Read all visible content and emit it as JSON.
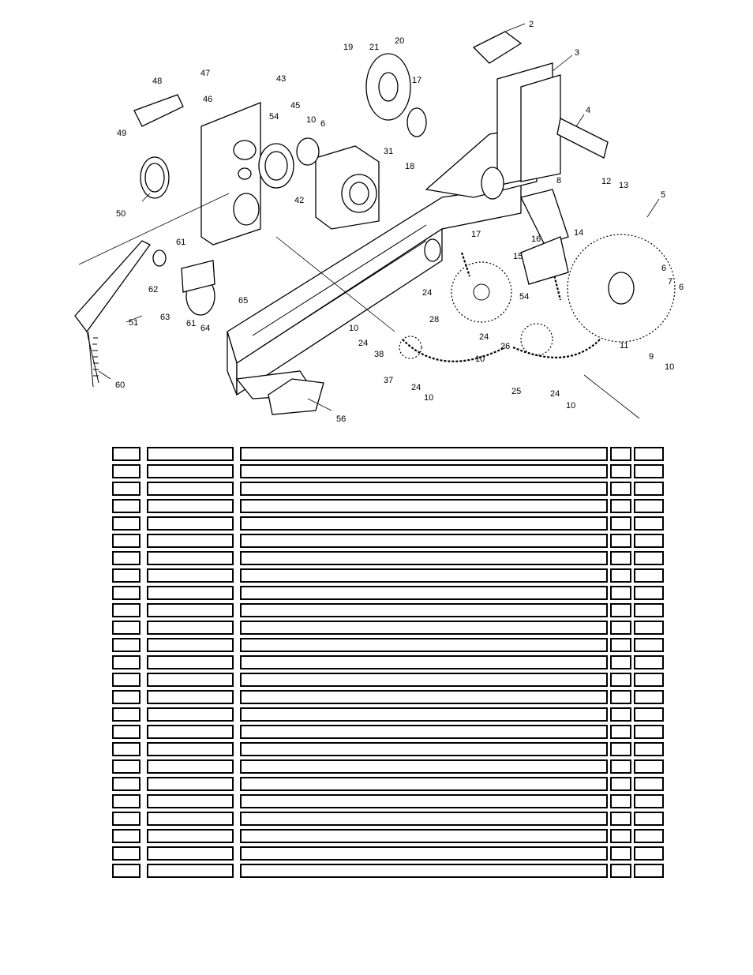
{
  "diagram": {
    "callouts": [
      "2",
      "3",
      "4",
      "5",
      "6",
      "6",
      "6",
      "7",
      "8",
      "9",
      "10",
      "10",
      "10",
      "10",
      "10",
      "10",
      "11",
      "12",
      "13",
      "14",
      "15",
      "16",
      "17",
      "17",
      "18",
      "19",
      "20",
      "21",
      "24",
      "24",
      "24",
      "24",
      "24",
      "25",
      "26",
      "28",
      "31",
      "37",
      "38",
      "42",
      "43",
      "45",
      "46",
      "47",
      "48",
      "49",
      "50",
      "51",
      "54",
      "54",
      "56",
      "60",
      "61",
      "61",
      "62",
      "63",
      "64",
      "65"
    ]
  },
  "parts_table": {
    "rows": [
      [
        "",
        "",
        "",
        "",
        ""
      ],
      [
        "",
        "",
        "",
        "",
        ""
      ],
      [
        "",
        "",
        "",
        "",
        ""
      ],
      [
        "",
        "",
        "",
        "",
        ""
      ],
      [
        "",
        "",
        "",
        "",
        ""
      ],
      [
        "",
        "",
        "",
        "",
        ""
      ],
      [
        "",
        "",
        "",
        "",
        ""
      ],
      [
        "",
        "",
        "",
        "",
        ""
      ],
      [
        "",
        "",
        "",
        "",
        ""
      ],
      [
        "",
        "",
        "",
        "",
        ""
      ],
      [
        "",
        "",
        "",
        "",
        ""
      ],
      [
        "",
        "",
        "",
        "",
        ""
      ],
      [
        "",
        "",
        "",
        "",
        ""
      ],
      [
        "",
        "",
        "",
        "",
        ""
      ],
      [
        "",
        "",
        "",
        "",
        ""
      ],
      [
        "",
        "",
        "",
        "",
        ""
      ],
      [
        "",
        "",
        "",
        "",
        ""
      ],
      [
        "",
        "",
        "",
        "",
        ""
      ],
      [
        "",
        "",
        "",
        "",
        ""
      ],
      [
        "",
        "",
        "",
        "",
        ""
      ],
      [
        "",
        "",
        "",
        "",
        ""
      ],
      [
        "",
        "",
        "",
        "",
        ""
      ],
      [
        "",
        "",
        "",
        "",
        ""
      ],
      [
        "",
        "",
        "",
        "",
        ""
      ],
      [
        "",
        "",
        "",
        "",
        ""
      ]
    ]
  }
}
